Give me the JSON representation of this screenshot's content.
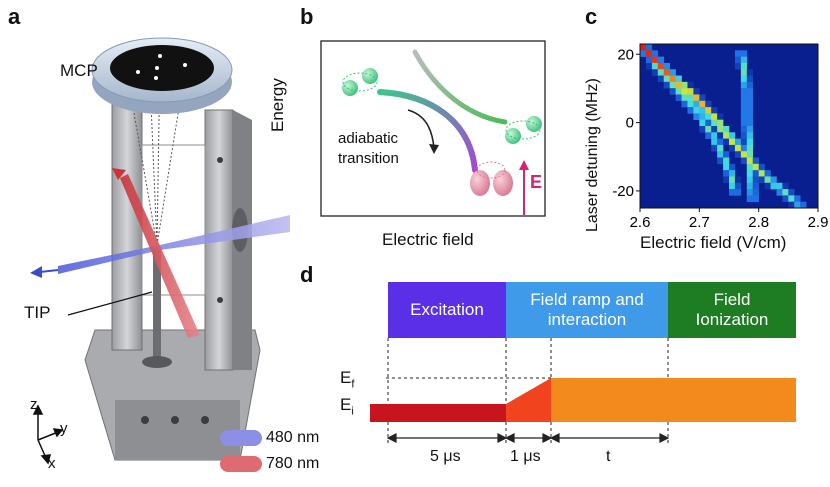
{
  "panels": {
    "a": "a",
    "b": "b",
    "c": "c",
    "d": "d"
  },
  "panel_a": {
    "mcp_label": "MCP",
    "tip_label": "TIP",
    "legend": [
      {
        "label": "480 nm",
        "color": "#8b8fe6"
      },
      {
        "label": "780 nm",
        "color": "#e06a72"
      }
    ],
    "axes": {
      "z": "z",
      "y": "y",
      "x": "x"
    }
  },
  "panel_b": {
    "ylabel": "Energy",
    "xlabel": "Electric field",
    "annotation": "adiabatic\ntransition",
    "annotation_line1": "adiabatic",
    "annotation_line2": "transition",
    "field_symbol": "E"
  },
  "panel_c": {
    "chart_data": {
      "type": "heatmap",
      "xlabel": "Electric field (V/cm)",
      "ylabel": "Laser detuning (MHz)",
      "xlim": [
        2.6,
        2.9
      ],
      "ylim": [
        -25,
        23
      ],
      "xticks": [
        "2.6",
        "2.7",
        "2.8",
        "2.9"
      ],
      "yticks": [
        "20",
        "0",
        "-20"
      ],
      "features": [
        {
          "name": "",
          "points": [
            [
              2.605,
              22
            ],
            [
              2.65,
              14
            ],
            [
              2.7,
              6
            ],
            [
              2.74,
              -2
            ],
            [
              2.77,
              -8
            ],
            [
              2.8,
              -14
            ],
            [
              2.84,
              -20
            ],
            [
              2.87,
              -24
            ]
          ]
        },
        {
          "name": "",
          "points": [
            [
              2.62,
              18
            ],
            [
              2.66,
              10
            ],
            [
              2.7,
              2
            ],
            [
              2.73,
              -6
            ],
            [
              2.75,
              -14
            ],
            [
              2.76,
              -20
            ]
          ]
        },
        {
          "name": "",
          "points": [
            [
              2.77,
              20
            ],
            [
              2.78,
              10
            ],
            [
              2.78,
              0
            ],
            [
              2.785,
              -10
            ],
            [
              2.79,
              -22
            ]
          ]
        }
      ]
    }
  },
  "panel_d": {
    "phases": [
      {
        "label": "Excitation",
        "color": "#5b2ee8"
      },
      {
        "label": "Field ramp and\ninteraction",
        "line1": "Field ramp and",
        "line2": "interaction",
        "color": "#3f9ae9"
      },
      {
        "label": "Field\nIonization",
        "line1": "Field",
        "line2": "Ionization",
        "color": "#1e7d22"
      }
    ],
    "levels": {
      "ef": "E",
      "ef_sub": "f",
      "ei": "E",
      "ei_sub": "i"
    },
    "durations": [
      "5 μs",
      "1 μs",
      "t"
    ],
    "colors": {
      "low": "#c8141c",
      "ramp": "#f0431e",
      "high": "#f28a1e"
    }
  }
}
